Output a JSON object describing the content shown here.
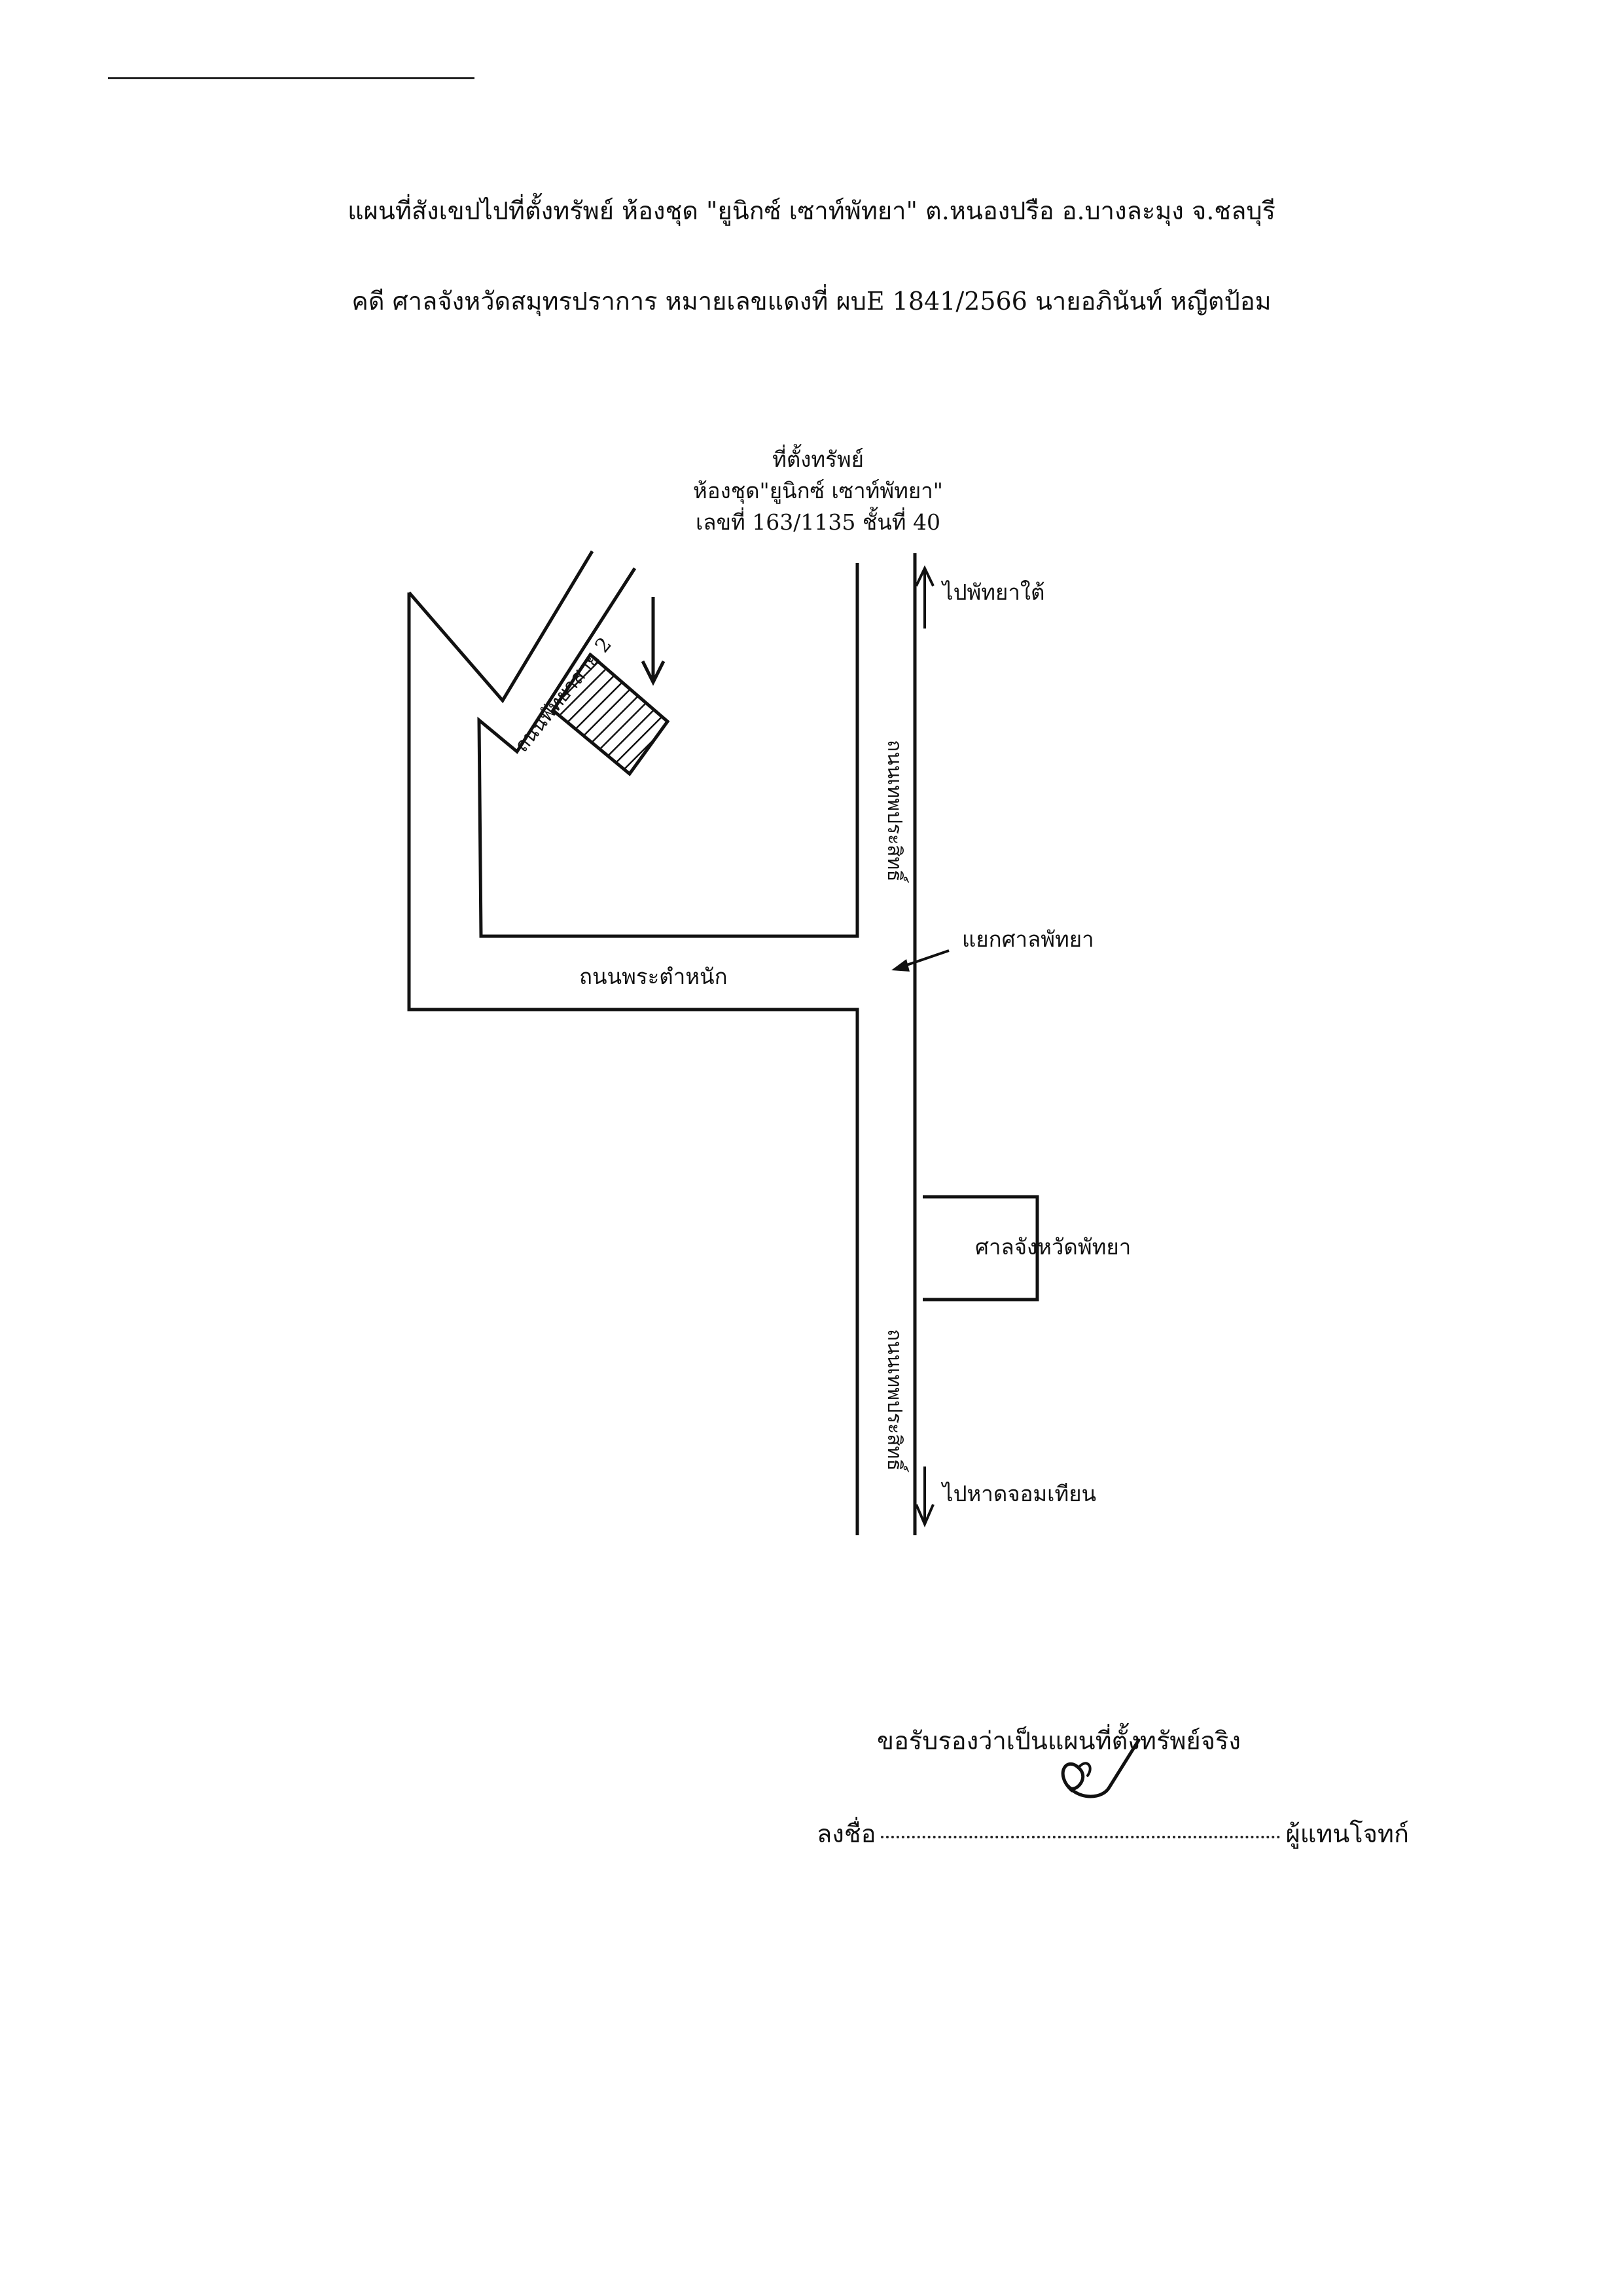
{
  "document": {
    "title": "แผนที่สังเขปไปที่ตั้งทรัพย์ ห้องชุด \"ยูนิกซ์ เซาท์พัทยา\" ต.หนองปรือ อ.บางละมุง จ.ชลบุรี",
    "case_line": "คดี ศาลจังหวัดสมุทรปราการ หมายเลขแดงที่ ผบE 1841/2566 นายอภินันท์  หญีตป้อม"
  },
  "map": {
    "property_location": {
      "heading": "ที่ตั้งทรัพย์",
      "building": "ห้องชุด\"ยูนิกซ์ เซาท์พัทยา\"",
      "unit": "เลขที่ 163/1135 ชั้นที่ 40"
    },
    "roads": {
      "pattaya_sai_2": "ถนนพัทยาสาย 2",
      "thepprasit_north": "ถนนเทพประสิทธิ์",
      "thepprasit_south": "ถนนเทพประสิทธิ์",
      "phra_tamnak": "ถนนพระตำหนัก"
    },
    "places": {
      "to_south_pattaya": "ไปพัทยาใต้",
      "court_intersection": "แยกศาลพัทยา",
      "pattaya_court": "ศาลจังหวัดพัทยา",
      "to_jomtien": "ไปหาดจอมเทียน"
    }
  },
  "certification": {
    "statement": "ขอรับรองว่าเป็นแผนที่ตั้งทรัพย์จริง",
    "sign_prefix": "ลงชื่อ",
    "sign_suffix": "ผู้แทนโจทก์"
  }
}
